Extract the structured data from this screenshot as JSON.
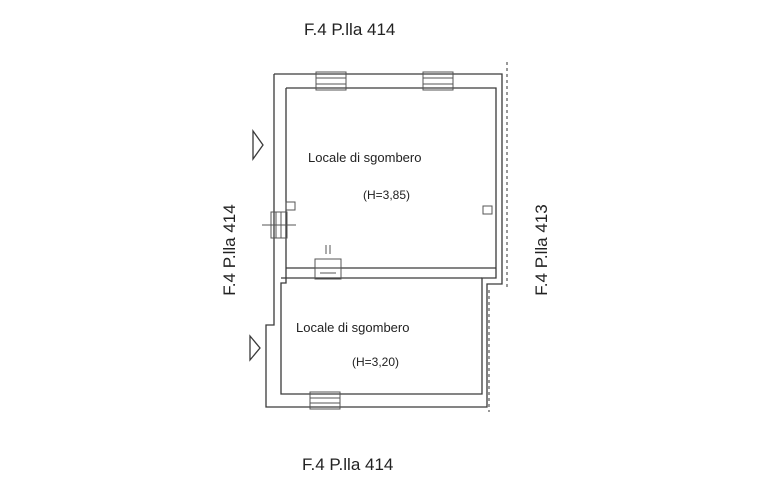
{
  "parcels": {
    "top": "F.4 P.lla 414",
    "bottom": "F.4 P.lla 414",
    "left": "F.4 P.lla 414",
    "right": "F.4 P.lla 413"
  },
  "rooms": [
    {
      "name": "Locale di sgombero",
      "height": "(H=3,85)"
    },
    {
      "name": "Locale di sgombero",
      "height": "(H=3,20)"
    }
  ],
  "colors": {
    "wall": "#3a3a3a",
    "text": "#222222",
    "background": "#ffffff"
  },
  "icons": [
    "entrance-arrow-icon",
    "window-icon",
    "door-icon"
  ]
}
